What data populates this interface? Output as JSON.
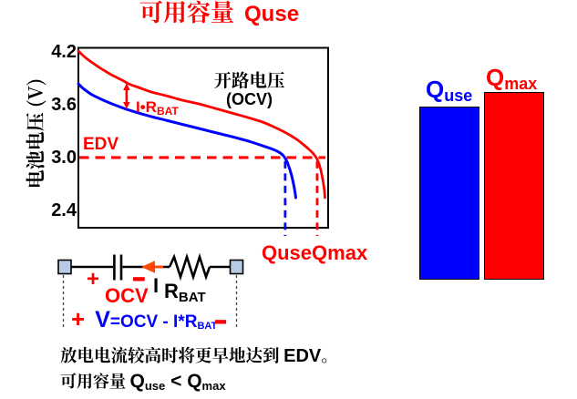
{
  "title": {
    "zh": "可用容量",
    "en": "Quse"
  },
  "colors": {
    "red": "#ff0000",
    "blue": "#0000ff",
    "black": "#000000",
    "terminal_fill": "#b8cbe4",
    "background": "#ffffff"
  },
  "chart_data": [
    {
      "type": "line",
      "title": "",
      "xlabel": "",
      "ylabel": "电池电压 (V)",
      "xlim": [
        0,
        100
      ],
      "ylim": [
        2.2,
        4.25
      ],
      "yticks": [
        4.2,
        3.6,
        3.0,
        2.4
      ],
      "grid": false,
      "edv_voltage": 3.0,
      "edv_label": "EDV",
      "edv_line_xmax": 98.9,
      "marker_drop_v": 2.107,
      "markers": {
        "quse_x": 82.8,
        "qmax_x": 95.6
      },
      "marker_labels": {
        "quse": "Quse",
        "qmax": "Qmax"
      },
      "ir_arrow": {
        "x": 19.3,
        "v_top": 3.845,
        "v_bottom": 3.555
      },
      "annotations": {
        "ocv_zh": "开路电压",
        "ocv_en": "(OCV)",
        "ir_main": "I•R",
        "ir_sub": "BAT"
      },
      "series": [
        {
          "name": "开路电压 (OCV)",
          "color": "#ff0000",
          "x": [
            0.0,
            1.46,
            3.65,
            6.2,
            9.49,
            13.14,
            17.52,
            20.07,
            24.09,
            29.2,
            35.04,
            41.61,
            48.18,
            54.74,
            61.31,
            67.88,
            73.72,
            78.83,
            83.21,
            86.86,
            89.78,
            92.34,
            94.16,
            95.44,
            96.35,
            97.08,
            97.7,
            98.18,
            98.54,
            98.72
          ],
          "y": [
            4.214,
            4.172,
            4.12,
            4.068,
            4.006,
            3.944,
            3.882,
            3.84,
            3.798,
            3.747,
            3.705,
            3.653,
            3.612,
            3.56,
            3.508,
            3.456,
            3.404,
            3.342,
            3.279,
            3.217,
            3.155,
            3.093,
            3.041,
            2.989,
            2.927,
            2.854,
            2.771,
            2.688,
            2.615,
            2.543
          ]
        },
        {
          "name": "V",
          "color": "#0000ff",
          "x": [
            0.0,
            1.46,
            3.28,
            5.47,
            8.39,
            11.68,
            15.33,
            19.34,
            24.09,
            29.2,
            35.04,
            40.88,
            46.72,
            52.55,
            58.39,
            64.23,
            69.34,
            73.72,
            77.01,
            79.93,
            81.75,
            82.85,
            83.76,
            84.67,
            85.4,
            86.06,
            86.61,
            87.04
          ],
          "y": [
            3.84,
            3.798,
            3.757,
            3.715,
            3.674,
            3.632,
            3.591,
            3.549,
            3.508,
            3.466,
            3.425,
            3.383,
            3.342,
            3.3,
            3.259,
            3.217,
            3.176,
            3.134,
            3.103,
            3.067,
            3.03,
            2.989,
            2.937,
            2.864,
            2.792,
            2.709,
            2.626,
            2.543
          ]
        }
      ]
    },
    {
      "type": "bar",
      "categories": [
        "Quse",
        "Qmax"
      ],
      "values": [
        92,
        100
      ],
      "colors": [
        "#0000ff",
        "#ff0000"
      ],
      "label_main": [
        "Q",
        "Q"
      ],
      "label_sub": [
        "use",
        "max"
      ]
    }
  ],
  "circuit": {
    "plus": "+",
    "minus": "-",
    "ocv": "OCV",
    "current": "I",
    "resistor_main": "R",
    "resistor_sub": "BAT",
    "eq_plus": "+",
    "eq_v": "V",
    "eq_pre": "=OCV - I*R",
    "eq_sub": "BAT",
    "eq_minus": "-"
  },
  "notes": {
    "line1_zh": "放电电流较高时将更早地达到 ",
    "line1_en": "EDV",
    "line1_end": "。",
    "line2_zh": "可用容量 ",
    "line2_q1": "Q",
    "line2_q1_sub": "use",
    "line2_cmp": " < ",
    "line2_q2": "Q",
    "line2_q2_sub": "max"
  }
}
